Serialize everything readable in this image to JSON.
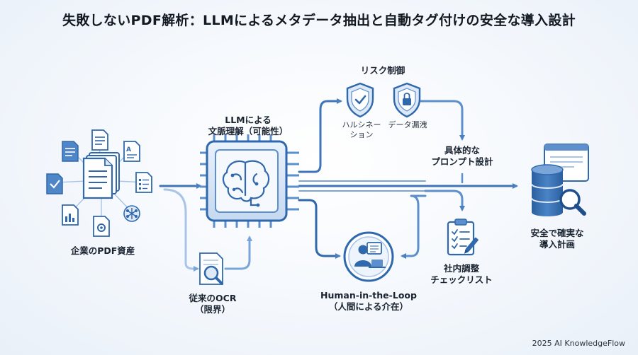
{
  "title": "失敗しないPDF解析：LLMによるメタデータ抽出と自動タグ付けの安全な導入設計",
  "nodes": {
    "pdf_assets": "企業のPDF資産",
    "llm_line1": "LLMによる",
    "llm_line2": "文脈理解（可能性）",
    "ocr_line1": "従来のOCR",
    "ocr_line2": "（限界）",
    "risk_title": "リスク制御",
    "hallucination_line1": "ハルシネー",
    "hallucination_line2": "ション",
    "data_leak": "データ漏洩",
    "prompt_line1": "具体的な",
    "prompt_line2": "プロンプト設計",
    "hitl_line1": "Human-in-the-Loop",
    "hitl_line2": "（人間による介在）",
    "checklist_line1": "社内調整",
    "checklist_line2": "チェックリスト",
    "result_line1": "安全で確実な",
    "result_line2": "導入計画"
  },
  "footer": {
    "credit": "2025 AI KnowledgeFlow"
  },
  "colors": {
    "primary": "#2f68ad",
    "secondary": "#5c8fcc",
    "light": "#a9c4e6",
    "fill": "#dde9f7",
    "dark": "#1e4f8c"
  },
  "icons": [
    "document-icon",
    "microchip-brain-icon",
    "magnifier-icon",
    "shield-check-icon",
    "shield-lock-icon",
    "human-operator-icon",
    "clipboard-checklist-icon",
    "database-search-icon"
  ]
}
